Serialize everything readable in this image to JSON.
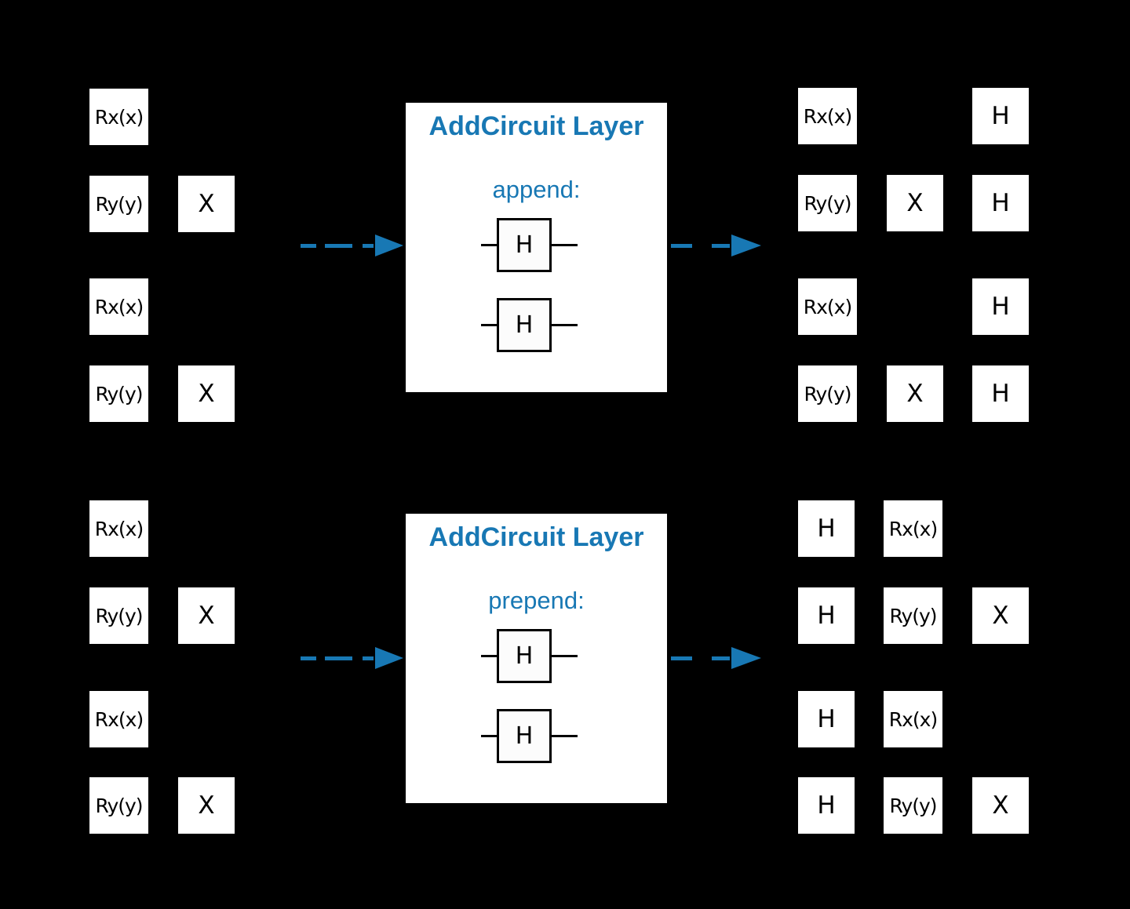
{
  "diagram": {
    "colors": {
      "background": "#000000",
      "accent_blue": "#1878b4",
      "gate_fill": "#ffffff",
      "gate_text": "#000000"
    },
    "panel_top": {
      "title": "AddCircuit Layer",
      "mode": "append:",
      "gate1": "H",
      "gate2": "H"
    },
    "panel_bottom": {
      "title": "AddCircuit Layer",
      "mode": "prepend:",
      "gate1": "H",
      "gate2": "H"
    },
    "top_left": {
      "gates": [
        "Rx(x)",
        "Ry(y)",
        "X",
        "Rx(x)",
        "Ry(y)",
        "X"
      ]
    },
    "top_right": {
      "gates": [
        "Rx(x)",
        "H",
        "Ry(y)",
        "X",
        "H",
        "Rx(x)",
        "H",
        "Ry(y)",
        "X",
        "H"
      ]
    },
    "bottom_left": {
      "gates": [
        "Rx(x)",
        "Ry(y)",
        "X",
        "Rx(x)",
        "Ry(y)",
        "X"
      ]
    },
    "bottom_right": {
      "gates": [
        "H",
        "Rx(x)",
        "H",
        "Ry(y)",
        "X",
        "H",
        "Rx(x)",
        "H",
        "Ry(y)",
        "X"
      ]
    }
  }
}
